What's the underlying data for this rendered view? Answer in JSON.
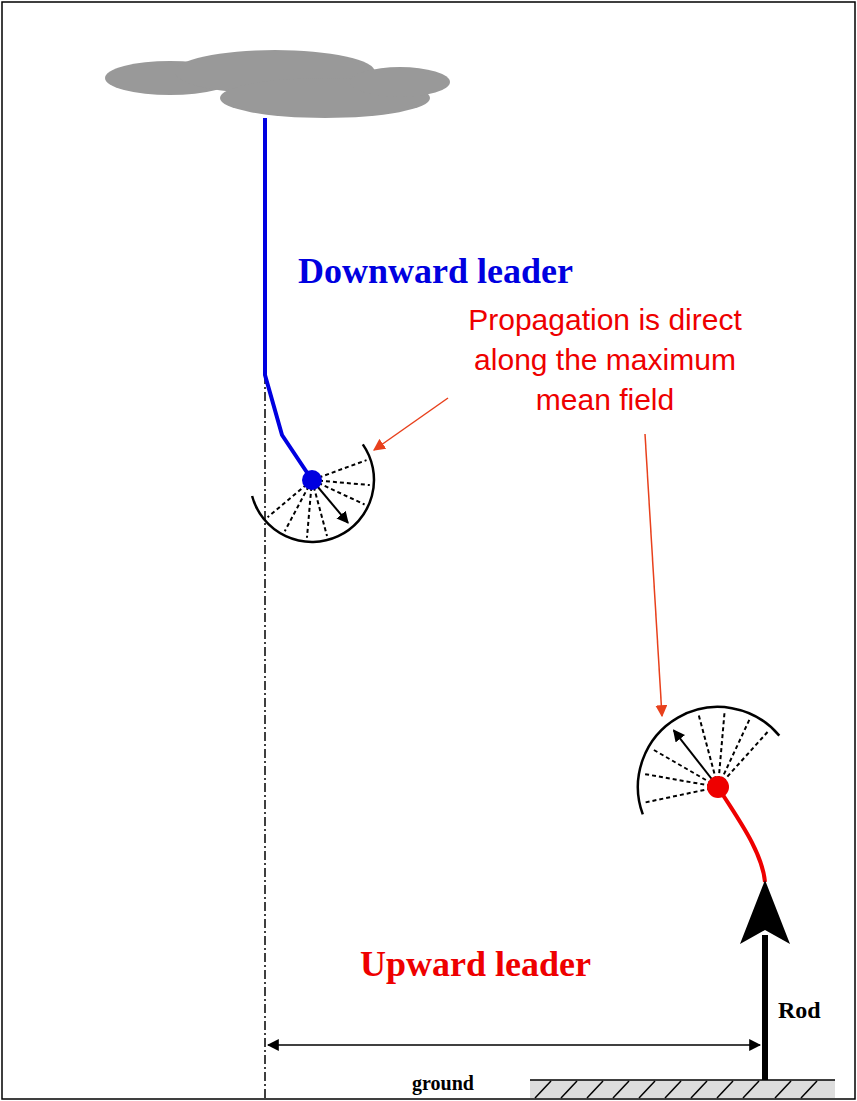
{
  "diagram": {
    "labels": [
      "Downward leader",
      "Propagation is direct along the maximum mean field",
      "Upward leader",
      "Rod",
      "ground"
    ]
  }
}
